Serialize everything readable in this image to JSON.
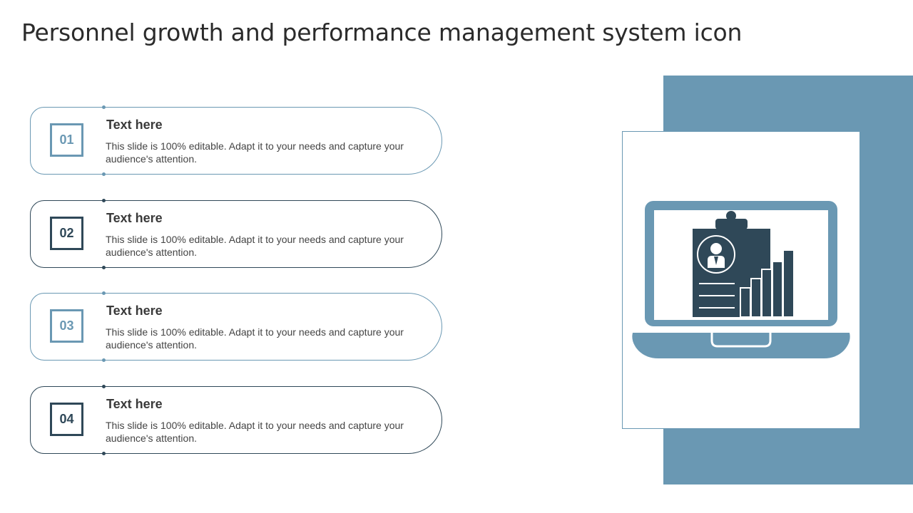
{
  "slide": {
    "title": "Personnel growth and performance management system icon"
  },
  "items": [
    {
      "number": "01",
      "heading": "Text here",
      "body": "This slide is 100% editable. Adapt it to your needs and capture your audience's attention."
    },
    {
      "number": "02",
      "heading": "Text here",
      "body": "This slide is 100% editable. Adapt it to your needs and capture your audience's attention."
    },
    {
      "number": "03",
      "heading": "Text here",
      "body": "This slide is 100% editable. Adapt it to your needs and capture your audience's attention."
    },
    {
      "number": "04",
      "heading": "Text here",
      "body": "This slide is 100% editable. Adapt it to your needs and capture your audience's attention."
    }
  ],
  "colors": {
    "accent_light": "#6a98b3",
    "accent_dark": "#2f4858",
    "icon_dark": "#2f4858"
  },
  "icon": {
    "name": "laptop-clipboard-growth-chart-icon"
  }
}
